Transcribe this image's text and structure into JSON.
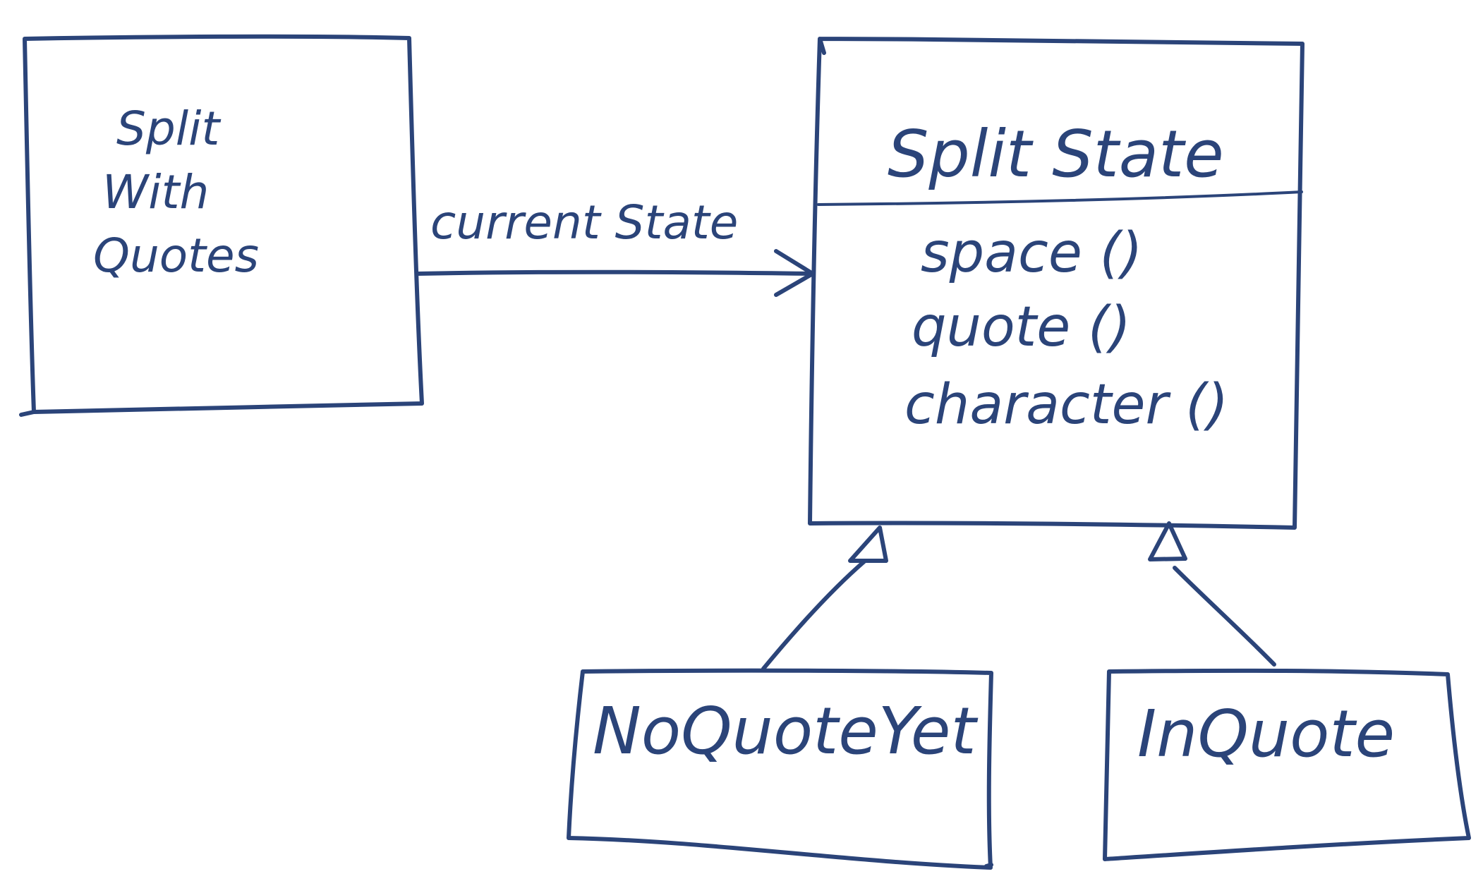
{
  "diagram": {
    "context_class": {
      "lines": [
        "Split",
        "With",
        "Quotes"
      ]
    },
    "association": {
      "label": "current State"
    },
    "state_class": {
      "name": "Split State",
      "methods": [
        "space ()",
        "quote ()",
        "character ()"
      ]
    },
    "subclasses": [
      {
        "name": "NoQuoteYet"
      },
      {
        "name": "InQuote"
      }
    ],
    "colors": {
      "ink": "#2b4479",
      "background": "#ffffff"
    }
  }
}
